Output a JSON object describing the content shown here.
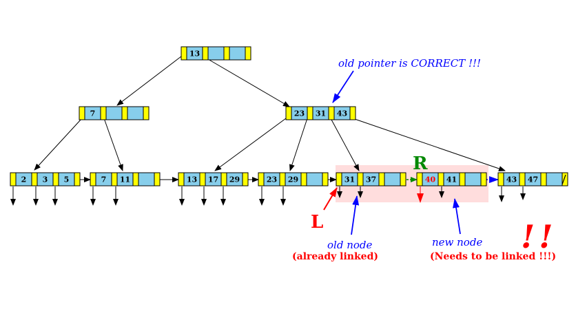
{
  "colors": {
    "pointer_slot": "#ffff00",
    "key_slot": "#87ceeb",
    "outline": "#000000",
    "highlight": "#ffdddd",
    "blue": "#0000ff",
    "red": "#ff0000",
    "green": "#008800"
  },
  "nodes": {
    "root": [
      "13",
      "",
      ""
    ],
    "internal_left": [
      "7",
      "",
      ""
    ],
    "internal_right": [
      "23",
      "31",
      "43"
    ],
    "leaf1": [
      "2",
      "3",
      "5"
    ],
    "leaf2": [
      "7",
      "11",
      ""
    ],
    "leaf3": [
      "13",
      "17",
      "29"
    ],
    "leaf4": [
      "23",
      "29",
      ""
    ],
    "leaf5": [
      "31",
      "37",
      ""
    ],
    "leaf6": [
      "40",
      "41",
      ""
    ],
    "leaf7": [
      "43",
      "47",
      ""
    ]
  },
  "labels": {
    "old_pointer": "old pointer is CORRECT !!!",
    "R": "R",
    "L": "L",
    "old_node": "old node",
    "already_linked": "(already linked)",
    "new_node": "new node",
    "needs_linked": "(Needs to be linked !!!)",
    "exclaim": "!!"
  }
}
